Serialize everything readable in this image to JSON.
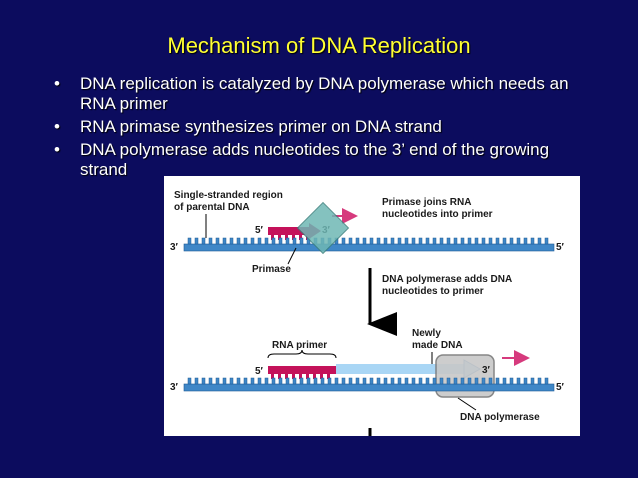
{
  "slide": {
    "title": "Mechanism of DNA Replication",
    "bullet_glyph": "•",
    "bullets": [
      {
        "line1": "DNA replication is catalyzed by DNA polymerase which needs an",
        "line2": "RNA primer"
      },
      {
        "line1": "RNA primase synthesizes primer on DNA strand",
        "line2": ""
      },
      {
        "line1": "DNA polymerase adds nucleotides to the 3’ end of the growing",
        "line2": "strand"
      }
    ]
  },
  "diagram": {
    "labels": {
      "single_strand_line1": "Single-stranded region",
      "single_strand_line2": "of parental DNA",
      "primase_joins_line1": "Primase joins RNA",
      "primase_joins_line2": "nucleotides into primer",
      "primase": "Primase",
      "polymerase_adds_line1": "DNA polymerase adds DNA",
      "polymerase_adds_line2": "nucleotides to primer",
      "rna_primer": "RNA primer",
      "newly_line1": "Newly",
      "newly_line2": "made DNA",
      "dna_polymerase": "DNA polymerase",
      "end_5": "5′",
      "end_3": "3′"
    },
    "colors": {
      "strand": "#3f87c7",
      "strand_edge": "#1e5a96",
      "primer": "#c4125a",
      "new_dna": "#a9d6f5",
      "primase": "#6fb8b5",
      "polymerase": "#c8c8c8",
      "direction_arrow": "#d63a7d"
    }
  }
}
